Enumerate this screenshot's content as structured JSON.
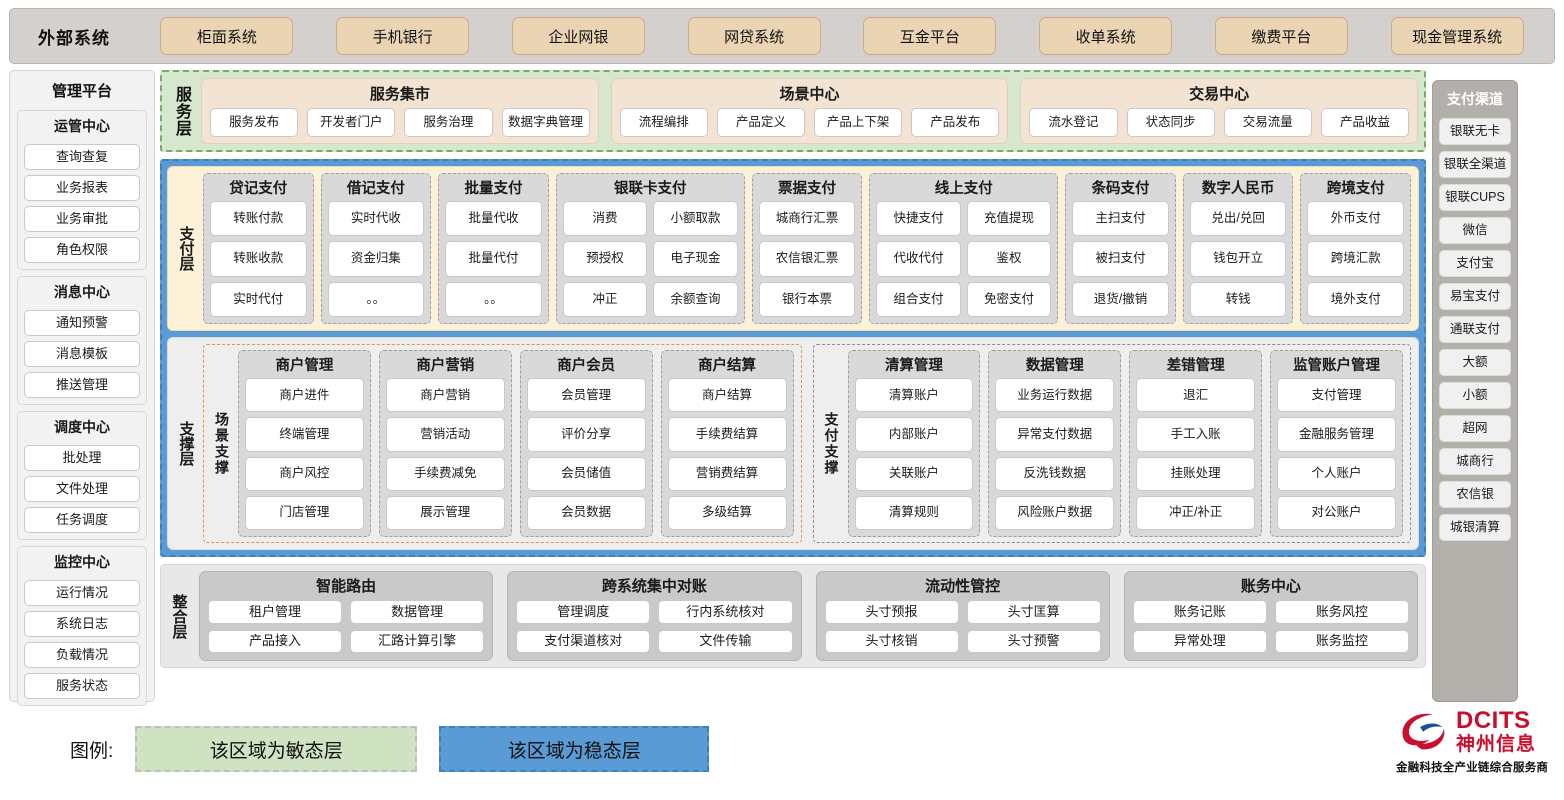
{
  "colors": {
    "agile_fill": "#d5e8cd",
    "agile_border": "#7aa86f",
    "stable_fill": "#5b9bd5",
    "stable_border": "#3d7fc1",
    "payment_fill": "#fdf2d8",
    "external_chip": "#ebd4b4",
    "brand_red": "#c8102e"
  },
  "topbar": {
    "title": "外部系统",
    "items": [
      "柜面系统",
      "手机银行",
      "企业网银",
      "网贷系统",
      "互金平台",
      "收单系统",
      "缴费平台",
      "现金管理系统"
    ]
  },
  "left_panel": {
    "title": "管理平台",
    "groups": [
      {
        "title": "运管中心",
        "items": [
          "查询查复",
          "业务报表",
          "业务审批",
          "角色权限"
        ]
      },
      {
        "title": "消息中心",
        "items": [
          "通知预警",
          "消息模板",
          "推送管理"
        ]
      },
      {
        "title": "调度中心",
        "items": [
          "批处理",
          "文件处理",
          "任务调度"
        ]
      },
      {
        "title": "监控中心",
        "items": [
          "运行情况",
          "系统日志",
          "负载情况",
          "服务状态"
        ]
      }
    ]
  },
  "right_panel": {
    "title": "支付渠道",
    "items": [
      "银联无卡",
      "银联全渠道",
      "银联CUPS",
      "微信",
      "支付宝",
      "易宝支付",
      "通联支付",
      "大额",
      "小额",
      "超网",
      "城商行",
      "农信银",
      "城银清算"
    ]
  },
  "service_layer": {
    "label": "服务层",
    "cards": [
      {
        "title": "服务集市",
        "items": [
          "服务发布",
          "开发者门户",
          "服务治理",
          "数据字典管理"
        ]
      },
      {
        "title": "场景中心",
        "items": [
          "流程编排",
          "产品定义",
          "产品上下架",
          "产品发布"
        ]
      },
      {
        "title": "交易中心",
        "items": [
          "流水登记",
          "状态同步",
          "交易流量",
          "产品收益"
        ]
      }
    ]
  },
  "payment_layer": {
    "label": "支付层",
    "groups": [
      {
        "title": "贷记支付",
        "cols": 1,
        "rows": [
          [
            "转账付款"
          ],
          [
            "转账收款"
          ],
          [
            "实时代付"
          ]
        ]
      },
      {
        "title": "借记支付",
        "cols": 1,
        "rows": [
          [
            "实时代收"
          ],
          [
            "资金归集"
          ],
          [
            "。。"
          ]
        ]
      },
      {
        "title": "批量支付",
        "cols": 1,
        "rows": [
          [
            "批量代收"
          ],
          [
            "批量代付"
          ],
          [
            "。。"
          ]
        ]
      },
      {
        "title": "银联卡支付",
        "cols": 2,
        "rows": [
          [
            "消费",
            "小额取款"
          ],
          [
            "预授权",
            "电子现金"
          ],
          [
            "冲正",
            "余额查询"
          ]
        ]
      },
      {
        "title": "票据支付",
        "cols": 1,
        "rows": [
          [
            "城商行汇票"
          ],
          [
            "农信银汇票"
          ],
          [
            "银行本票"
          ]
        ]
      },
      {
        "title": "线上支付",
        "cols": 2,
        "rows": [
          [
            "快捷支付",
            "充值提现"
          ],
          [
            "代收代付",
            "鉴权"
          ],
          [
            "组合支付",
            "免密支付"
          ]
        ]
      },
      {
        "title": "条码支付",
        "cols": 1,
        "rows": [
          [
            "主扫支付"
          ],
          [
            "被扫支付"
          ],
          [
            "退货/撤销"
          ]
        ]
      },
      {
        "title": "数字人民币",
        "cols": 1,
        "rows": [
          [
            "兑出/兑回"
          ],
          [
            "钱包开立"
          ],
          [
            "转钱"
          ]
        ]
      },
      {
        "title": "跨境支付",
        "cols": 1,
        "rows": [
          [
            "外币支付"
          ],
          [
            "跨境汇款"
          ],
          [
            "境外支付"
          ]
        ]
      }
    ]
  },
  "support_layer": {
    "label": "支撑层",
    "halves": [
      {
        "sublabel": "场景支撑",
        "groups": [
          {
            "title": "商户管理",
            "items": [
              "商户进件",
              "终端管理",
              "商户风控",
              "门店管理"
            ]
          },
          {
            "title": "商户营销",
            "items": [
              "商户营销",
              "营销活动",
              "手续费减免",
              "展示管理"
            ]
          },
          {
            "title": "商户会员",
            "items": [
              "会员管理",
              "评价分享",
              "会员储值",
              "会员数据"
            ]
          },
          {
            "title": "商户结算",
            "items": [
              "商户结算",
              "手续费结算",
              "营销费结算",
              "多级结算"
            ]
          }
        ]
      },
      {
        "sublabel": "支付支撑",
        "groups": [
          {
            "title": "清算管理",
            "items": [
              "清算账户",
              "内部账户",
              "关联账户",
              "清算规则"
            ]
          },
          {
            "title": "数据管理",
            "items": [
              "业务运行数据",
              "异常支付数据",
              "反洗钱数据",
              "风险账户数据"
            ]
          },
          {
            "title": "差错管理",
            "items": [
              "退汇",
              "手工入账",
              "挂账处理",
              "冲正/补正"
            ]
          },
          {
            "title": "监管账户管理",
            "items": [
              "支付管理",
              "金融服务管理",
              "个人账户",
              "对公账户"
            ]
          }
        ]
      }
    ]
  },
  "integration_layer": {
    "label": "整合层",
    "cards": [
      {
        "title": "智能路由",
        "rows": [
          [
            "租户管理",
            "数据管理"
          ],
          [
            "产品接入",
            "汇路计算引擎"
          ]
        ]
      },
      {
        "title": "跨系统集中对账",
        "rows": [
          [
            "管理调度",
            "行内系统核对"
          ],
          [
            "支付渠道核对",
            "文件传输"
          ]
        ]
      },
      {
        "title": "流动性管控",
        "rows": [
          [
            "头寸预报",
            "头寸匡算"
          ],
          [
            "头寸核销",
            "头寸预警"
          ]
        ]
      },
      {
        "title": "账务中心",
        "rows": [
          [
            "账务记账",
            "账务风控"
          ],
          [
            "异常处理",
            "账务监控"
          ]
        ]
      }
    ]
  },
  "legend": {
    "label": "图例:",
    "agile_text": "该区域为敏态层",
    "stable_text": "该区域为稳态层"
  },
  "logo": {
    "en": "DCITS",
    "cn": "神州信息",
    "tagline": "金融科技全产业链综合服务商"
  }
}
